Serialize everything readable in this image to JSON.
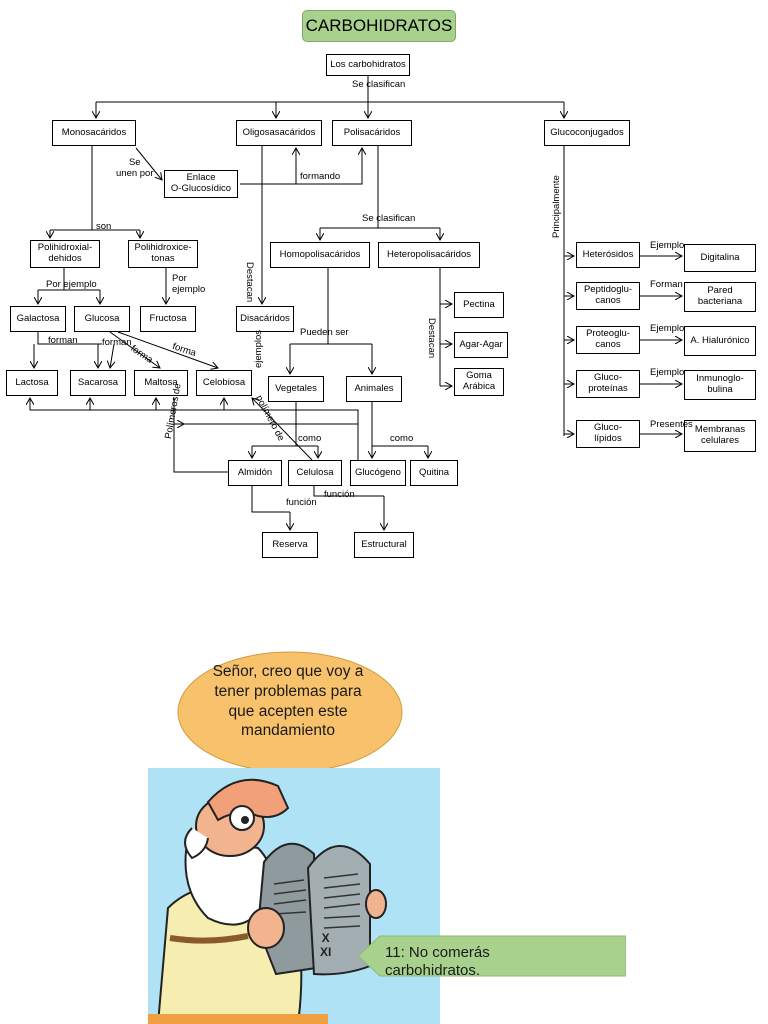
{
  "title": "CARBOHIDRATOS",
  "nodes": {
    "root": "Los carbohidratos",
    "mono": "Monosacáridos",
    "oligo": "Oligosasacáridos",
    "poli": "Polisacáridos",
    "gluco": "Glucoconjugados",
    "enlace": "Enlace\nO-Glucosídico",
    "pdehidos": "Polihidroxial-\ndehidos",
    "ptonas": "Polihidroxice-\ntonas",
    "galactosa": "Galactosa",
    "glucosa": "Glucosa",
    "fructosa": "Fructosa",
    "lactosa": "Lactosa",
    "sacarosa": "Sacarosa",
    "maltosa": "Maltosa",
    "celobiosa": "Celobiosa",
    "disac": "Disacáridos",
    "homo": "Homopolisacáridos",
    "hetero": "Heteropolisacáridos",
    "pectina": "Pectina",
    "agar": "Agar-Agar",
    "goma": "Goma\nArábica",
    "vegetales": "Vegetales",
    "animales": "Animales",
    "almidon": "Almidón",
    "celulosa": "Celulosa",
    "glucogeno": "Glucógeno",
    "quitina": "Quitina",
    "reserva": "Reserva",
    "estructural": "Estructural",
    "heterosidos": "Heterósidos",
    "digitalina": "Digitalina",
    "peptido": "Peptidoglu-\ncanos",
    "pared": "Pared\nbacteriana",
    "proteo": "Proteoglu-\ncanos",
    "hialu": "A. Hialurónico",
    "glucoprot": "Gluco-\nproteínas",
    "inmuno": "Inmunoglo-\nbulina",
    "glucolip": "Gluco-\nlípidos",
    "membranas": "Membranas\ncelulares"
  },
  "labels": {
    "se_clasifican_1": "Se clasifican",
    "se_unen_por": "Se\nunen por",
    "formando": "formando",
    "son": "son",
    "por_ejemplo_1": "Por ejemplo",
    "por_ejemplo_2": "Por\nejemplo",
    "forman_1": "forman",
    "forman_2": "forman",
    "forma_1": "forma",
    "forma_2": "forma",
    "destacan_1": "Destacan",
    "destacan_2": "Destacan",
    "ejemplos": "ejemplos",
    "se_clasifican_2": "Se  clasifican",
    "pueden_ser": "Pueden  ser",
    "como_1": "como",
    "como_2": "como",
    "polimeros_de": "Polímeros de",
    "polimero_de": "polímero de",
    "funcion_1": "función",
    "funcion_2": "función",
    "principalmente": "Principalmente",
    "ejemplo_1": "Ejemplo",
    "forman_3": "Forman",
    "ejemplo_2": "Ejemplo",
    "ejemplo_3": "Ejemplo",
    "presentes": "Presentes"
  },
  "cartoon": {
    "speech": "Señor, creo que voy a\ntener problemas para\nque acepten este\nmandamiento",
    "tablet_mark": "X\nXI",
    "note": "11: No comerás\ncarbohidratos."
  },
  "colors": {
    "title_fill": "#a9d18e",
    "bubble_fill": "#f7c26b",
    "note_fill": "#a9d18e",
    "scene_bg": "#aee2f4"
  }
}
